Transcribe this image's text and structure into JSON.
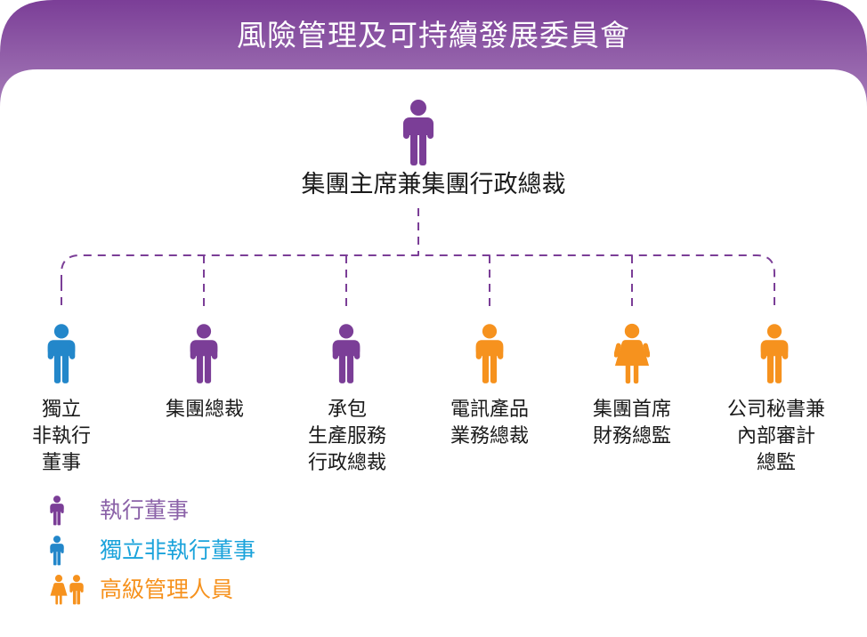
{
  "title": "風險管理及可持續發展委員會",
  "colors": {
    "purple": "#7B3E97",
    "blue": "#2387CA",
    "orange": "#F6921E",
    "legend_purple_text": "#8B62A8",
    "legend_blue_text": "#1BA3DB"
  },
  "top": {
    "label": "集團主席兼集團行政總裁",
    "icon": "person-male-icon",
    "color": "#7B3E97"
  },
  "members": [
    {
      "lines": [
        "獨立",
        "非執行",
        "董事"
      ],
      "icon": "person-male-icon",
      "color": "#2387CA"
    },
    {
      "lines": [
        "集團總裁"
      ],
      "icon": "person-male-icon",
      "color": "#7B3E97"
    },
    {
      "lines": [
        "承包",
        "生產服務",
        "行政總裁"
      ],
      "icon": "person-male-icon",
      "color": "#7B3E97"
    },
    {
      "lines": [
        "電訊產品",
        "業務總裁"
      ],
      "icon": "person-male-icon",
      "color": "#F6921E"
    },
    {
      "lines": [
        "集團首席",
        "財務總監"
      ],
      "icon": "person-female-icon",
      "color": "#F6921E"
    },
    {
      "lines": [
        "公司秘書兼",
        "內部審計",
        "總監"
      ],
      "icon": "person-male-icon",
      "color": "#F6921E"
    }
  ],
  "legend": [
    {
      "label": "執行董事",
      "icon": "person-male-icon",
      "color": "#7B3E97",
      "text_color": "#8B62A8"
    },
    {
      "label": "獨立非執行董事",
      "icon": "person-male-icon",
      "color": "#2387CA",
      "text_color": "#1BA3DB"
    },
    {
      "label": "高級管理人員",
      "icon": "person-female-male-icon",
      "color": "#F6921E",
      "text_color": "#F6921E"
    }
  ]
}
